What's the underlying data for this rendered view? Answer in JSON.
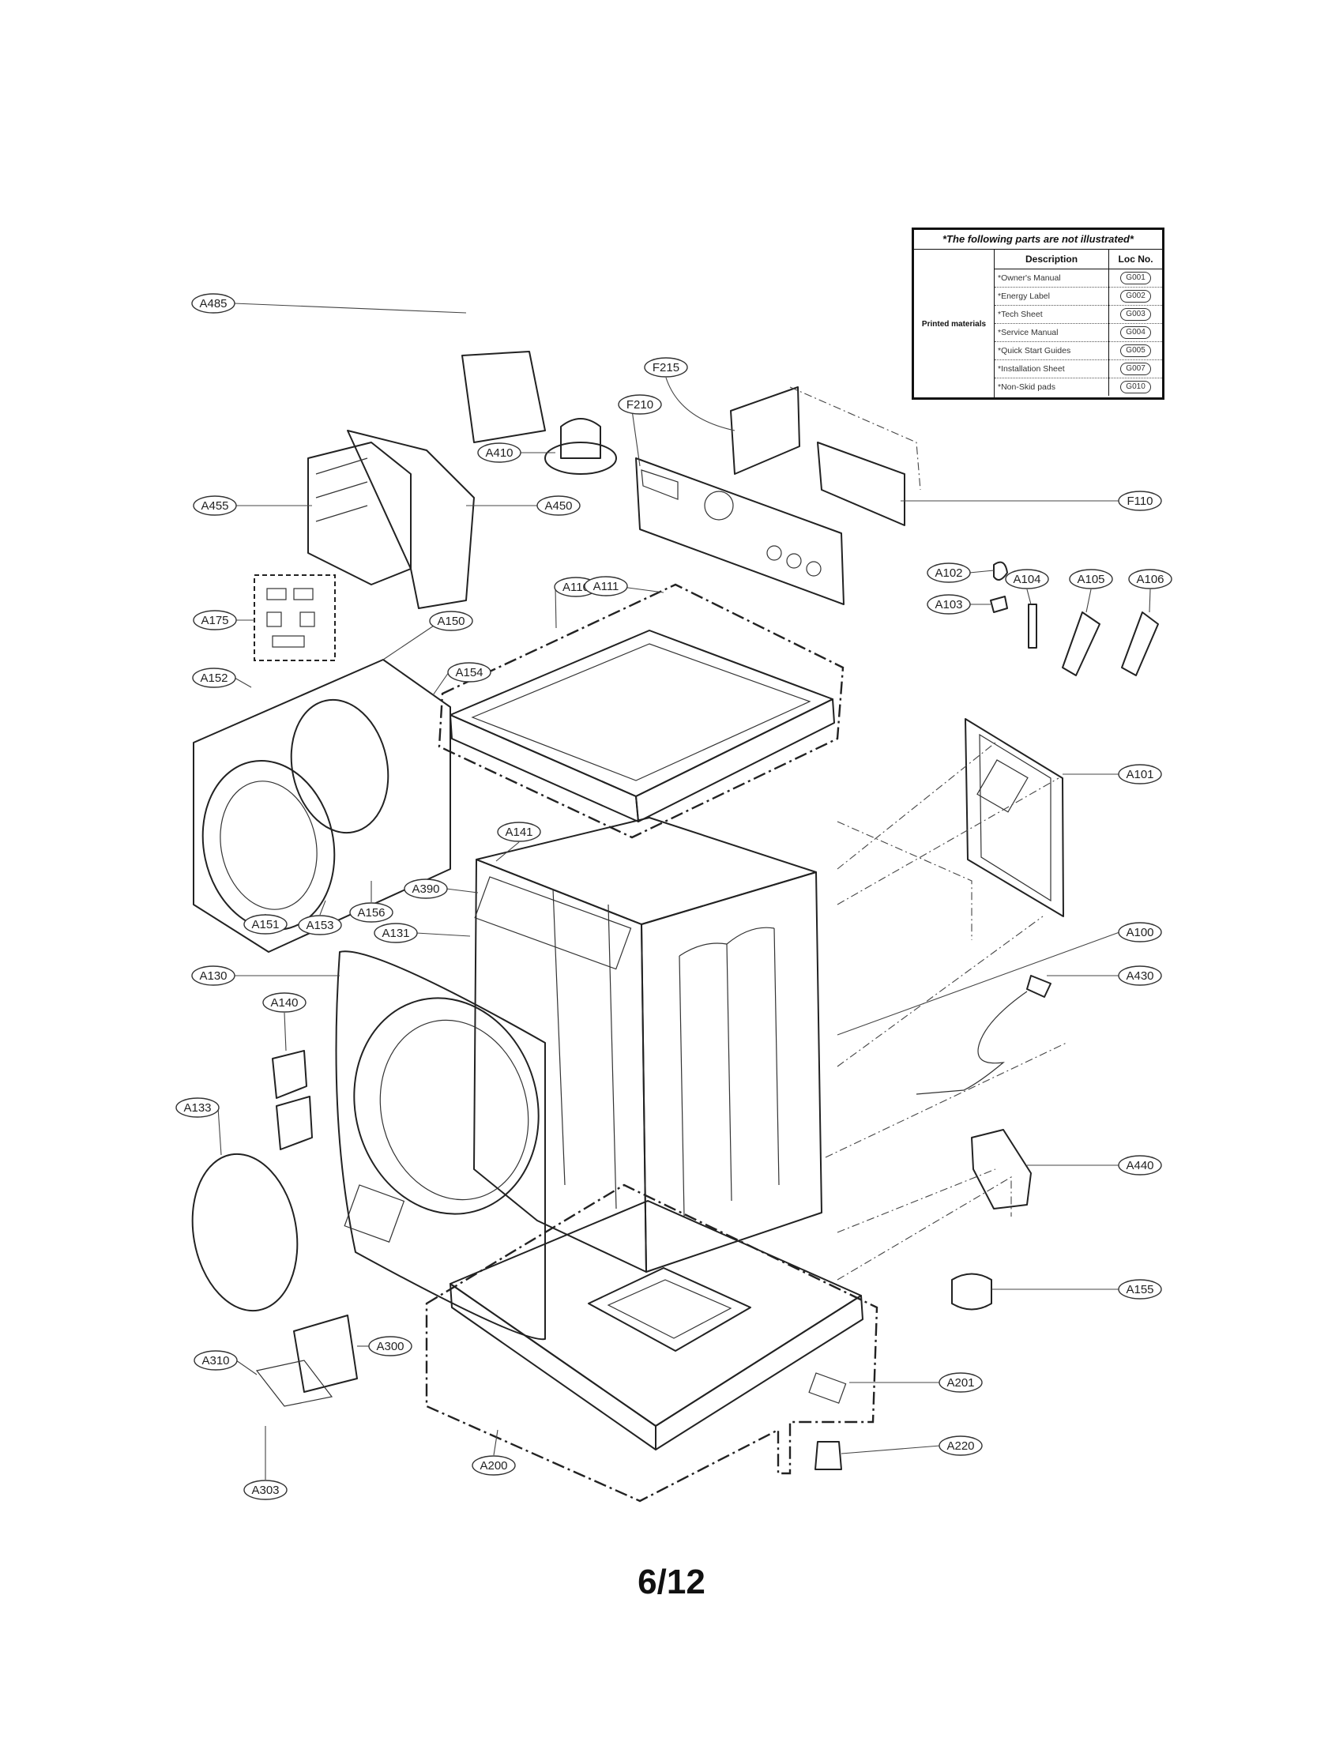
{
  "diagram": {
    "labels": [
      "A485",
      "A410",
      "F215",
      "F210",
      "A455",
      "A450",
      "F110",
      "A110",
      "A111",
      "A102",
      "A104",
      "A105",
      "A106",
      "A103",
      "A175",
      "A150",
      "A154",
      "A152",
      "A101",
      "A141",
      "A390",
      "A151",
      "A153",
      "A156",
      "A131",
      "A100",
      "A130",
      "A430",
      "A140",
      "A133",
      "A440",
      "A155",
      "A300",
      "A310",
      "A201",
      "A220",
      "A200",
      "A303"
    ]
  },
  "legend": {
    "title": "*The following parts are not illustrated*",
    "category": "Printed materials",
    "header_description": "Description",
    "header_loc": "Loc No.",
    "rows": [
      {
        "description": "*Owner's Manual",
        "loc": "G001"
      },
      {
        "description": "*Energy Label",
        "loc": "G002"
      },
      {
        "description": "*Tech Sheet",
        "loc": "G003"
      },
      {
        "description": "*Service Manual",
        "loc": "G004"
      },
      {
        "description": "*Quick Start Guides",
        "loc": "G005"
      },
      {
        "description": "*Installation Sheet",
        "loc": "G007"
      },
      {
        "description": "*Non-Skid pads",
        "loc": "G010"
      }
    ]
  },
  "page_number": "6/12"
}
